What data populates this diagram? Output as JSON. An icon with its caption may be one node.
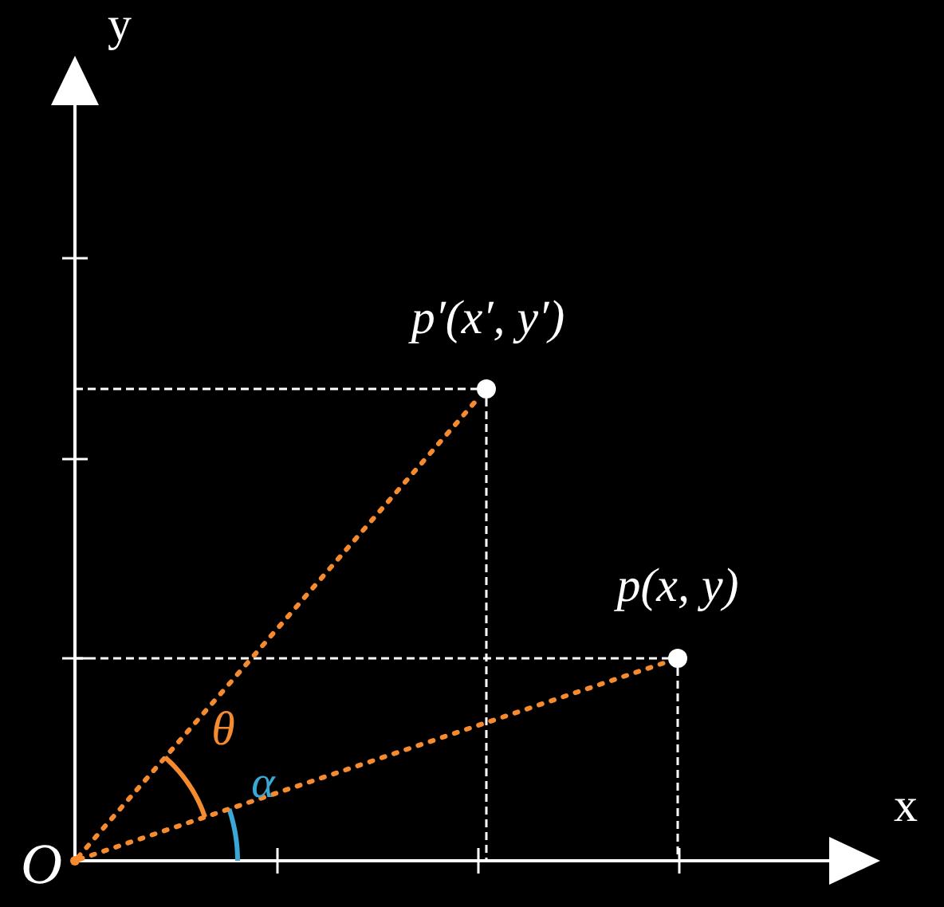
{
  "diagram": {
    "nodes": [
      {
        "text": [],
        "shape": "circle",
        "beside": [
          "O"
        ]
      },
      {
        "text": [],
        "shape": "circle",
        "beside": [
          "p′(x′, y′)"
        ]
      },
      {
        "text": [],
        "shape": "circle",
        "beside": [
          "p(x, y)"
        ]
      }
    ],
    "edges": [
      {
        "from": 0,
        "to": 1,
        "arrow": "none",
        "style": "dashed",
        "color": "#f58a2f"
      },
      {
        "from": 0,
        "to": 2,
        "arrow": "none",
        "style": "dashed",
        "color": "#f58a2f"
      }
    ],
    "labels": [
      "y",
      "x",
      "θ",
      "α"
    ]
  }
}
